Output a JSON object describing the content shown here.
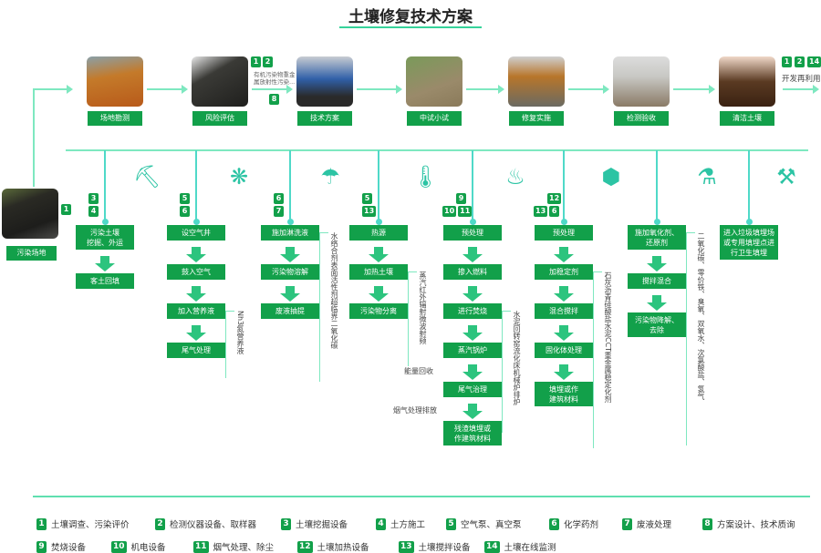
{
  "title": "土壤修复技术方案",
  "colors": {
    "green": "#12a04a",
    "line": "#7ee8c0",
    "accent": "#4fd9c8"
  },
  "top_steps": [
    {
      "label": "场地勘测",
      "photo": "survey-photo"
    },
    {
      "label": "风险评估",
      "photo": "risk-photo"
    },
    {
      "label": "技术方案",
      "photo": "plan-photo"
    },
    {
      "label": "中试小试",
      "photo": "pilot-photo"
    },
    {
      "label": "修复实施",
      "photo": "excavator-photo"
    },
    {
      "label": "检测验收",
      "photo": "tractor-photo"
    },
    {
      "label": "清洁土壤",
      "photo": "soil-hands-photo"
    }
  ],
  "risk_badges": [
    "1",
    "2"
  ],
  "risk_note": "有机污染物重金属放射性污染...",
  "plan_badge": "8",
  "end_badges": [
    "1",
    "2",
    "14"
  ],
  "end_label": "开发再利用",
  "site": {
    "label": "污染场地",
    "badge": "1"
  },
  "columns": [
    {
      "icon": "shovel-icon",
      "badges": [
        [
          "3"
        ],
        [
          "4"
        ]
      ],
      "steps": [
        "污染土壤\n挖掘、外运",
        "客土回填"
      ],
      "note": ""
    },
    {
      "icon": "leaf-icon",
      "badges": [
        [
          "5"
        ],
        [
          "6"
        ]
      ],
      "steps": [
        "设空气井",
        "鼓入空气",
        "加入营养液",
        "尾气处理"
      ],
      "note": "Nh3氮营养液",
      "note_from": 2
    },
    {
      "icon": "shower-icon",
      "badges": [
        [
          "6"
        ],
        [
          "7"
        ]
      ],
      "steps": [
        "施加淋洗液",
        "污染物溶解",
        "废液抽提"
      ],
      "note": "水络合剂表面活性剂超临界二氧化碳",
      "note_from": 0
    },
    {
      "icon": "thermometer-icon",
      "badges": [
        [
          "5"
        ],
        [
          "13"
        ]
      ],
      "steps": [
        "热源",
        "加热土壤",
        "污染物分离"
      ],
      "note": "蒸汽红外辐射微波射频",
      "note_from": 1
    },
    {
      "icon": "fire-icon",
      "badges": [
        [
          "9"
        ],
        [
          "10",
          "11"
        ]
      ],
      "steps": [
        "预处理",
        "掺入燃料",
        "进行焚烧",
        "蒸汽锅炉",
        "尾气治理",
        "残渣填埋或\n作建筑材料"
      ],
      "note": "水泥回转窑流化床机械炉排炉",
      "note_from": 2,
      "side_labels": [
        "能量回收",
        "烟气处理排放"
      ]
    },
    {
      "icon": "cube-icon",
      "badges": [
        [
          "12"
        ],
        [
          "13",
          "6"
        ]
      ],
      "steps": [
        "预处理",
        "加稳定剂",
        "混合搅拌",
        "固化体处理",
        "填埋或作\n建筑材料"
      ],
      "note": "石灰沥青硅酸盐水泥CCT重金属稳定化剂",
      "note_from": 1
    },
    {
      "icon": "flask-icon",
      "badges": [],
      "steps": [
        "施加氧化剂、\n还原剂",
        "搅拌混合",
        "污染物降解、\n去除"
      ],
      "note": "二氧化碳、零价铁、臭氧、双氧水、次氯酸盐、氢气",
      "note_from": 0
    },
    {
      "icon": "worker-icon",
      "badges": [],
      "steps": [
        "进入垃圾填埋场\n或专用填埋点进\n行卫生填埋"
      ],
      "note": ""
    }
  ],
  "legend": [
    {
      "n": "1",
      "t": "土壤调查、污染评价"
    },
    {
      "n": "2",
      "t": "检测仪器设备、取样器"
    },
    {
      "n": "3",
      "t": "土壤挖掘设备"
    },
    {
      "n": "4",
      "t": "土方施工"
    },
    {
      "n": "5",
      "t": "空气泵、真空泵"
    },
    {
      "n": "6",
      "t": "化学药剂"
    },
    {
      "n": "7",
      "t": "废液处理"
    },
    {
      "n": "8",
      "t": "方案设计、技术质询"
    },
    {
      "n": "9",
      "t": "焚烧设备"
    },
    {
      "n": "10",
      "t": "机电设备"
    },
    {
      "n": "11",
      "t": "烟气处理、除尘"
    },
    {
      "n": "12",
      "t": "土壤加热设备"
    },
    {
      "n": "13",
      "t": "土壤搅拌设备"
    },
    {
      "n": "14",
      "t": "土壤在线监测"
    }
  ]
}
